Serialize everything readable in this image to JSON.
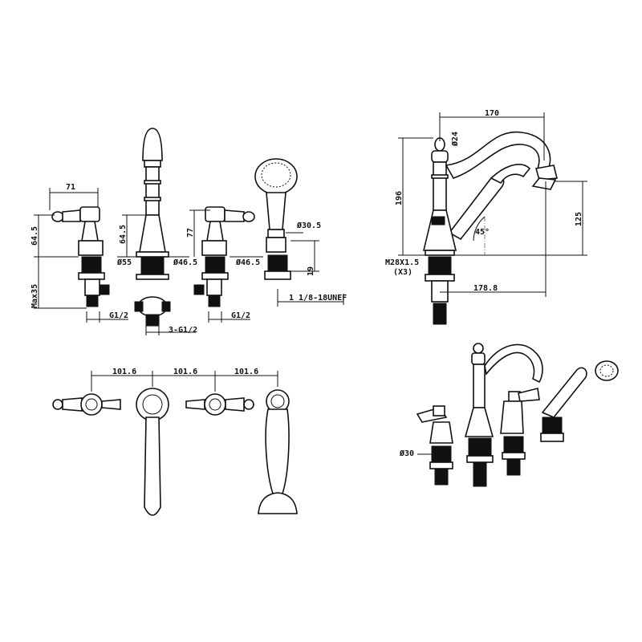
{
  "front": {
    "d71": "71",
    "d64_5_a": "64.5",
    "dmax": "Max35",
    "d64_5_b": "64.5",
    "d55": "Ø55",
    "d46_5_a": "Ø46.5",
    "d77": "77",
    "d46_5_b": "Ø46.5",
    "d30_5": "Ø30.5",
    "d19": "19",
    "thread": "1 1/8-18UNEF",
    "g12_a": "G1/2",
    "g3": "3-G1/2",
    "g12_b": "G1/2"
  },
  "side": {
    "d170": "170",
    "d24": "Ø24",
    "d196": "196",
    "d125": "125",
    "angle": "45°",
    "m28": "M28X1.5",
    "x3": "(X3)",
    "d178": "178.8"
  },
  "top": {
    "s1": "101.6",
    "s2": "101.6",
    "s3": "101.6"
  },
  "iso": {
    "d30": "Ø30"
  }
}
